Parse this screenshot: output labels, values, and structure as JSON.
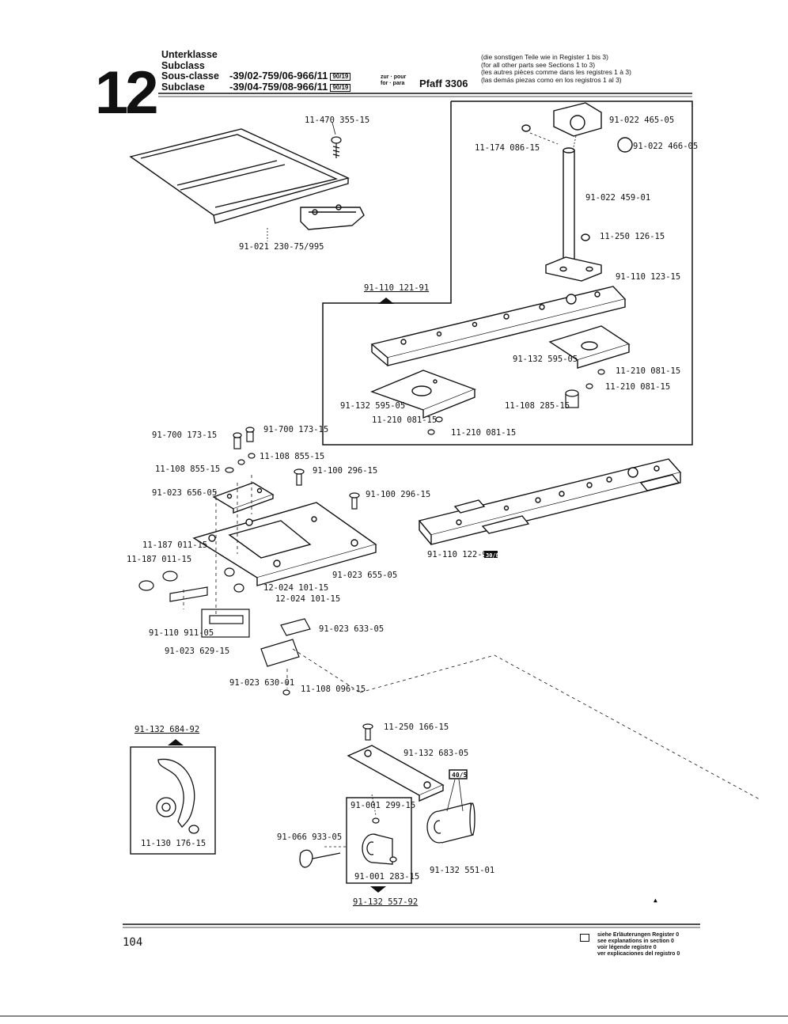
{
  "header": {
    "register_number": "12",
    "class_words": [
      "Unterklasse",
      "Subclass",
      "Sous-classe",
      "Subclase"
    ],
    "class_codes": [
      "-39/02-759/06-966/11",
      "-39/04-759/08-966/11"
    ],
    "class_badges": [
      "90/19",
      "90/19"
    ],
    "for_pour": [
      "zur · pour",
      "for · para"
    ],
    "model": "Pfaff 3306",
    "notes": [
      "(die sonstigen Teile wie in Register 1 bis 3)",
      "(for all other parts see Sections 1 to 3)",
      "(les autres pièces comme dans les registres 1 à 3)",
      "(las demás piezas como en los registros 1 al 3)"
    ]
  },
  "parts": {
    "p1": "11-470 355-15",
    "p2": "91-021 230-75/995",
    "p3": "91-022 465-05",
    "p4": "11-174 086-15",
    "p5": "91-022 466-05",
    "p6": "91-022 459-01",
    "p7": "11-250 126-15",
    "p8": "91-110 121-91",
    "p9": "91-110 123-15",
    "p10": "91-132 595-05",
    "p11": "11-210 081-15",
    "p12": "11-210 081-15",
    "p13": "91-132 595-05",
    "p14": "11-108 285-15",
    "p15": "11-210 081-15",
    "p16": "11-210 081-15",
    "p17": "91-700 173-15",
    "p18": "91-700 173-15",
    "p19": "11-108 855-15",
    "p20": "11-108 855-15",
    "p21": "91-100 296-15",
    "p22": "91-023 656-05",
    "p23": "91-100 296-15",
    "p24": "11-187 011-15",
    "p25": "11-187 011-15",
    "p26": "91-023 655-05",
    "p27": "12-024 101-15",
    "p28": "12-024 101-15",
    "p29": "91-110 911-05",
    "p30": "91-023 633-05",
    "p31": "91-023 629-15",
    "p32": "91-023 630-01",
    "p33": "11-108 096-15",
    "p34": "91-110 122-91",
    "p34_badge": "30/8",
    "p35": "91-132 684-92",
    "p36": "11-130 176-15",
    "p37": "11-250 166-15",
    "p38": "91-132 683-05",
    "p38_badge": "40/5",
    "p39": "91-001 299-15",
    "p40": "91-066 933-05",
    "p41": "91-001 283-15",
    "p42": "91-132 551-01",
    "p43": "91-132 557-92"
  },
  "footer": {
    "page_number": "104",
    "legend": [
      "siehe Erläuterungen Register 0",
      "see explanations in section 0",
      "voir légende registre 0",
      "ver explicaciones del registro 0"
    ]
  }
}
